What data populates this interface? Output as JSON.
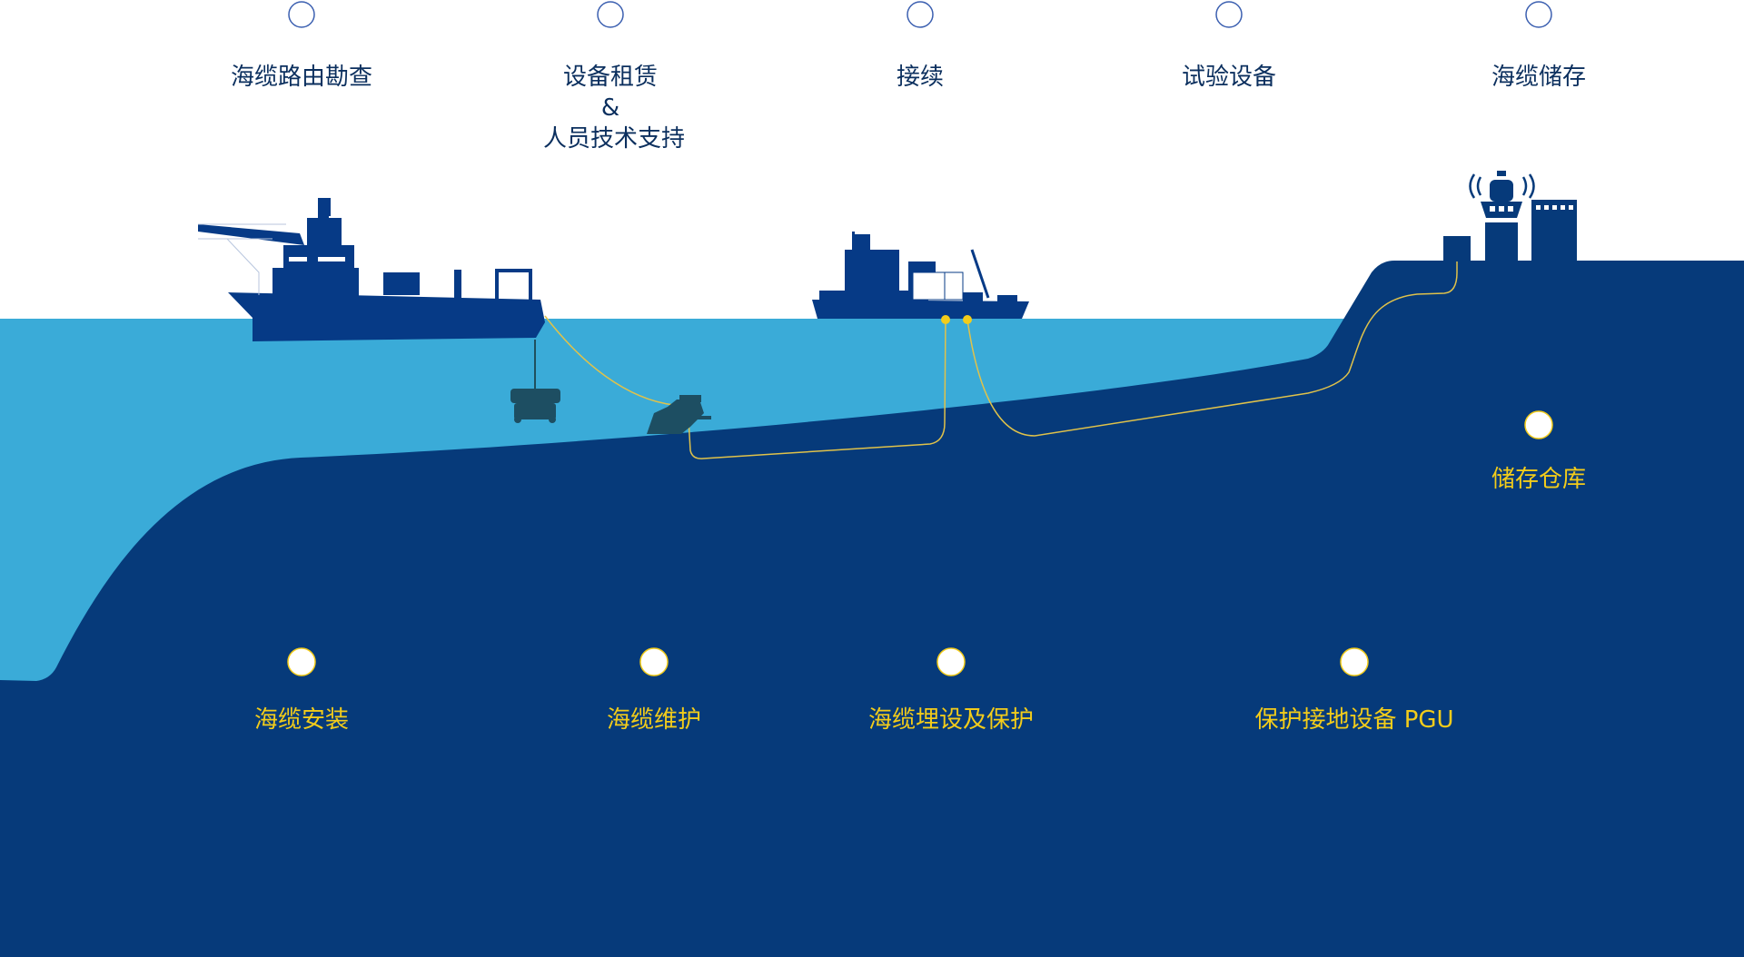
{
  "colors": {
    "sky": "#ffffff",
    "water": "#3aabd8",
    "seabed": "#063a7a",
    "ship": "#063a86",
    "cable": "#e0c24a",
    "label_top": "#0b2f5e",
    "label_bottom": "#f3cc1a",
    "node_ring": "#3b5fb0"
  },
  "top_services": [
    {
      "lines": [
        "海缆路由勘查"
      ]
    },
    {
      "lines": [
        "设备租赁",
        "&",
        "人员技术支持"
      ]
    },
    {
      "lines": [
        "接续"
      ]
    },
    {
      "lines": [
        "试验设备"
      ]
    },
    {
      "lines": [
        "海缆储存"
      ]
    }
  ],
  "bottom_services": [
    {
      "label": "海缆安装"
    },
    {
      "label": "海缆维护"
    },
    {
      "label": "海缆埋设及保护"
    },
    {
      "label": "保护接地设备 PGU"
    },
    {
      "label": "储存仓库"
    }
  ]
}
